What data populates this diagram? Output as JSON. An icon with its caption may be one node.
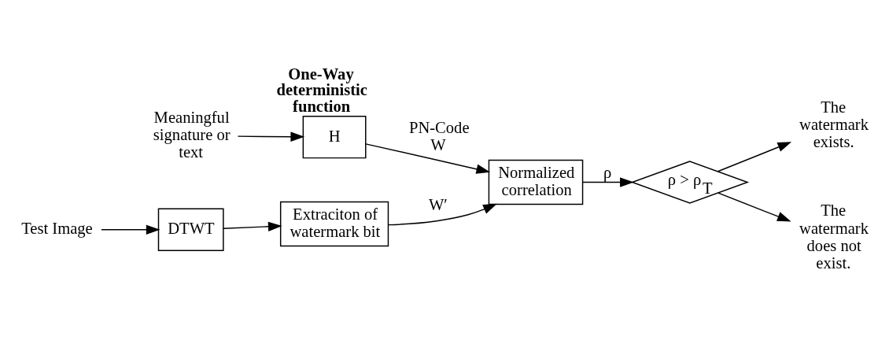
{
  "diagram": {
    "nodes": [
      {
        "text": [
          "Meaningful signature or text"
        ]
      },
      {
        "text": [
          "H"
        ],
        "beside": [
          "One-Way deterministic function"
        ]
      },
      {
        "text": [
          "Test Image"
        ]
      },
      {
        "text": [
          "DTWT"
        ]
      },
      {
        "text": [
          "Extraciton of watermark bit"
        ]
      },
      {
        "text": [
          "Normalized correlation"
        ]
      },
      {
        "text": [
          "ρ > ρ$_{T}$"
        ]
      },
      {
        "text": [
          "The watermark exists."
        ]
      },
      {
        "text": [
          "The watermark does not exist."
        ]
      }
    ],
    "edges": [
      {
        "from": 0,
        "to": 1,
        "arrow": "to"
      },
      {
        "from": 1,
        "to": 5,
        "arrow": "to",
        "label": "PN-Code W"
      },
      {
        "from": 2,
        "to": 3,
        "arrow": "to"
      },
      {
        "from": 3,
        "to": 4,
        "arrow": "to"
      },
      {
        "from": 4,
        "to": 5,
        "arrow": "to",
        "label": "W′"
      },
      {
        "from": 5,
        "to": 6,
        "arrow": "to",
        "label": "ρ"
      },
      {
        "from": 6,
        "to": 7,
        "arrow": "to"
      },
      {
        "from": 6,
        "to": 8,
        "arrow": "to"
      }
    ]
  }
}
